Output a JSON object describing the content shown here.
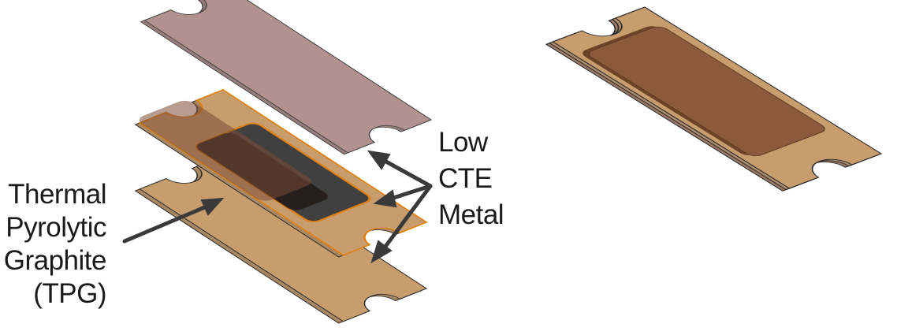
{
  "labels": {
    "tpg": [
      "Thermal",
      "Pyrolytic",
      "Graphite",
      "(TPG)"
    ],
    "metal": [
      "Low",
      "CTE",
      "Metal"
    ]
  },
  "colors": {
    "copper_face": "#c79d6e",
    "copper_side": "#a88763",
    "copper_shadow": "#b38b63",
    "top_plate": "#a88480",
    "top_plate_side": "#8c6e6b",
    "graphite": "#404040",
    "graphite_outline": "#e08010",
    "assembled_core": "#8b5a3c",
    "assembled_core_edge": "#6e4428",
    "arrow": "#3a3a3a"
  }
}
